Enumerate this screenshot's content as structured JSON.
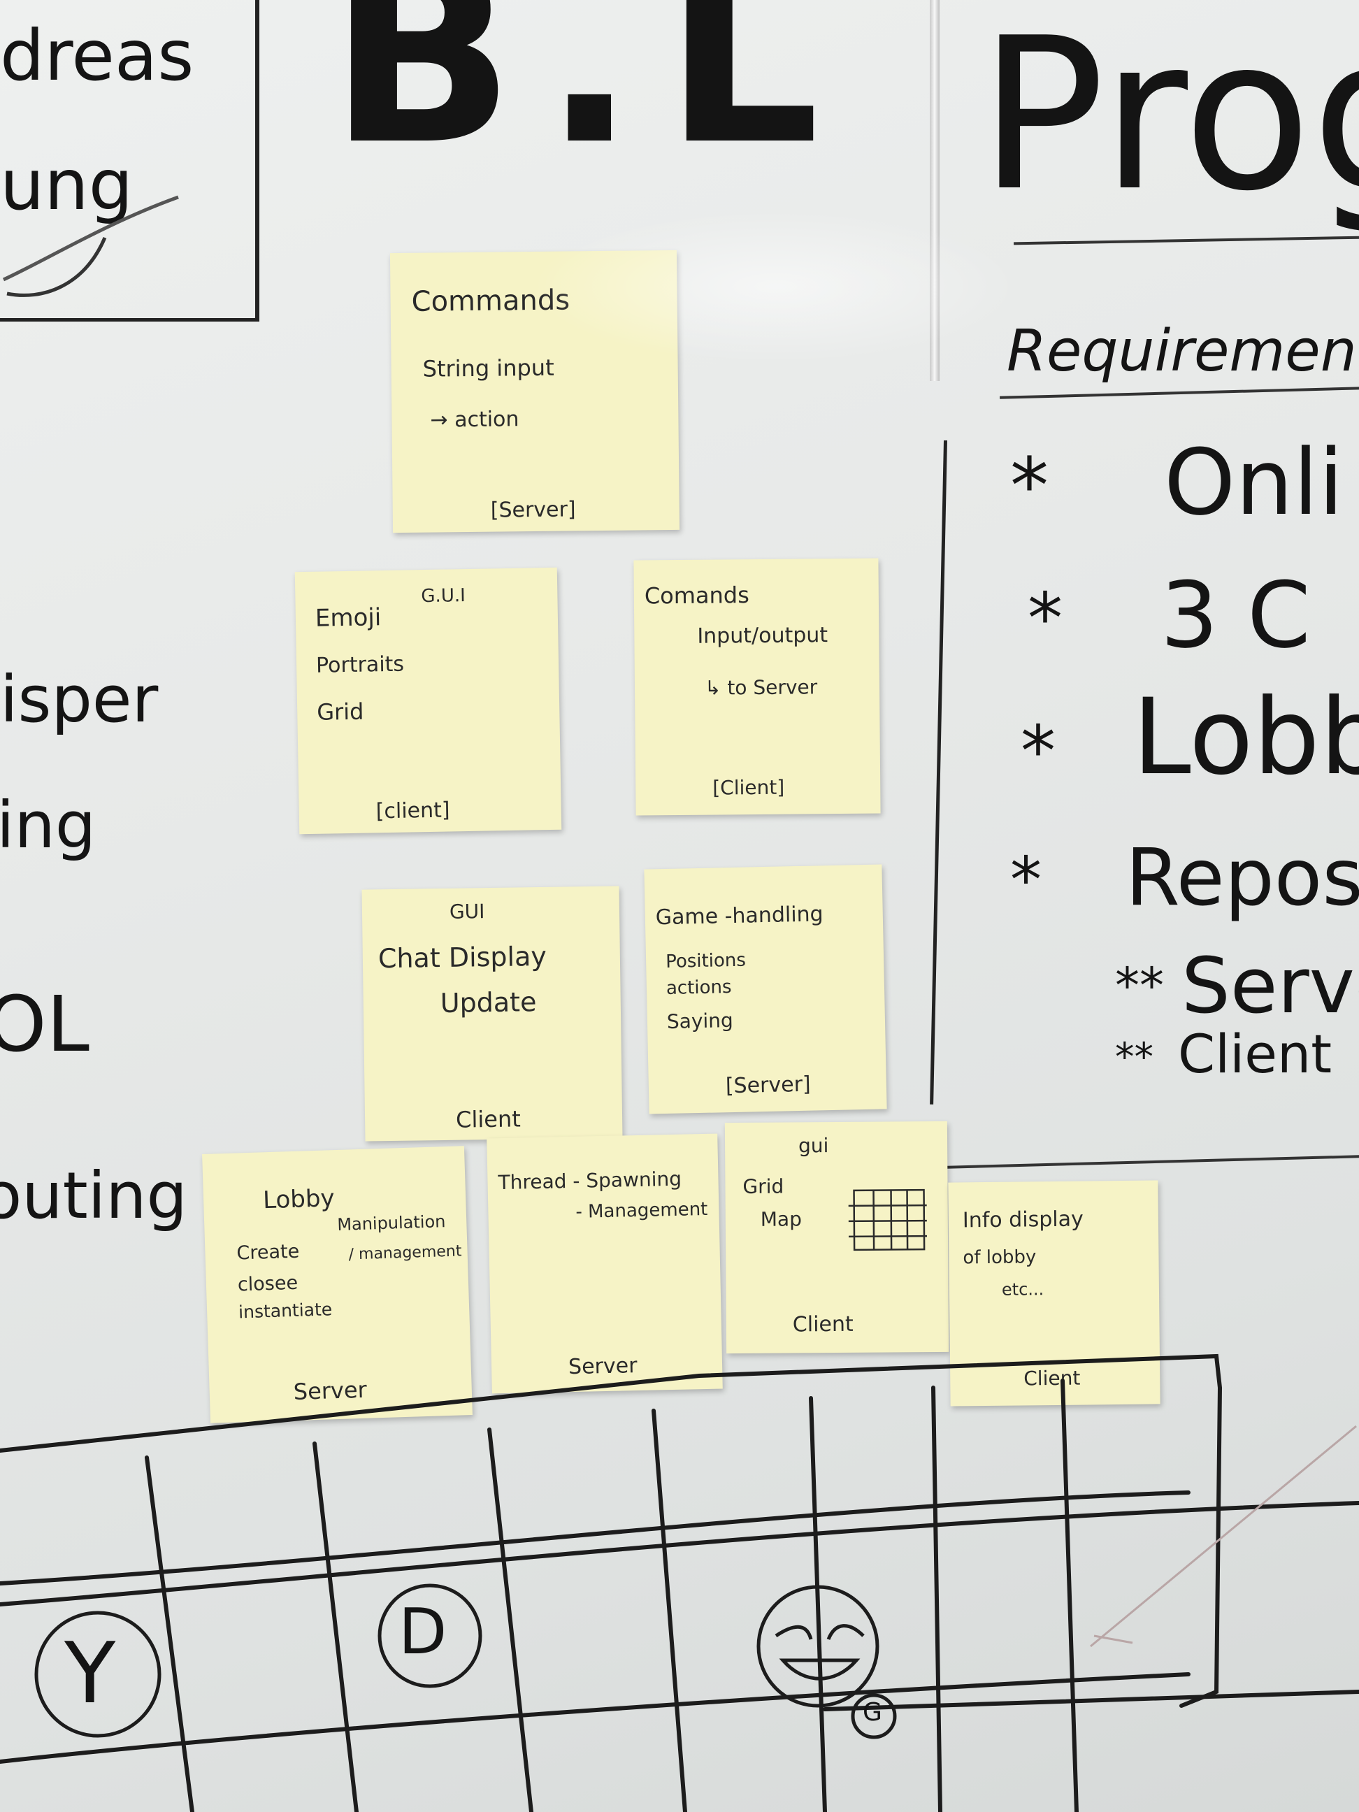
{
  "board": {
    "title_initials": "B.L",
    "title_right": "Progr",
    "left_box_lines": [
      "dreas",
      "ung"
    ],
    "left_column": [
      "isper",
      "ing",
      "OL",
      "outing"
    ],
    "requirements": {
      "heading": "Requirements",
      "items": [
        "Onli",
        "3 C",
        "Lobb",
        "Reposit"
      ],
      "sub_items": [
        "Server",
        "Client"
      ]
    },
    "grid_letters": [
      "Y",
      "D",
      "G"
    ]
  },
  "notes": [
    {
      "id": "commands-server",
      "title": "Commands",
      "lines": [
        "String input",
        "→ action"
      ],
      "tag": "[Server]"
    },
    {
      "id": "gui-client-1",
      "title": "G.U.I",
      "lines": [
        "Emoji",
        "Portraits",
        "Grid"
      ],
      "tag": "[client]"
    },
    {
      "id": "comands-client",
      "title": "Comands",
      "lines": [
        "Input/output",
        "↳ to Server"
      ],
      "tag": "[Client]"
    },
    {
      "id": "gui-client-2",
      "title": "GUI",
      "lines": [
        "Chat Display",
        "Update"
      ],
      "tag": "Client"
    },
    {
      "id": "game-handling",
      "title": "Game -handling",
      "lines": [
        "Positions",
        "actions",
        "Saying"
      ],
      "tag": "[Server]"
    },
    {
      "id": "lobby",
      "title": "Lobby",
      "lines": [
        "Manipulation",
        "/ management",
        "Create",
        "closee",
        "instantiate"
      ],
      "tag": "Server"
    },
    {
      "id": "thread",
      "title": "Thread - Spawning",
      "lines": [
        "- Management"
      ],
      "tag": "Server"
    },
    {
      "id": "gui-grid",
      "title": "gui",
      "lines": [
        "Grid",
        "Map"
      ],
      "tag": "Client"
    },
    {
      "id": "info",
      "title": "Info display",
      "lines": [
        "of lobby",
        "etc..."
      ],
      "tag": "Client"
    }
  ]
}
